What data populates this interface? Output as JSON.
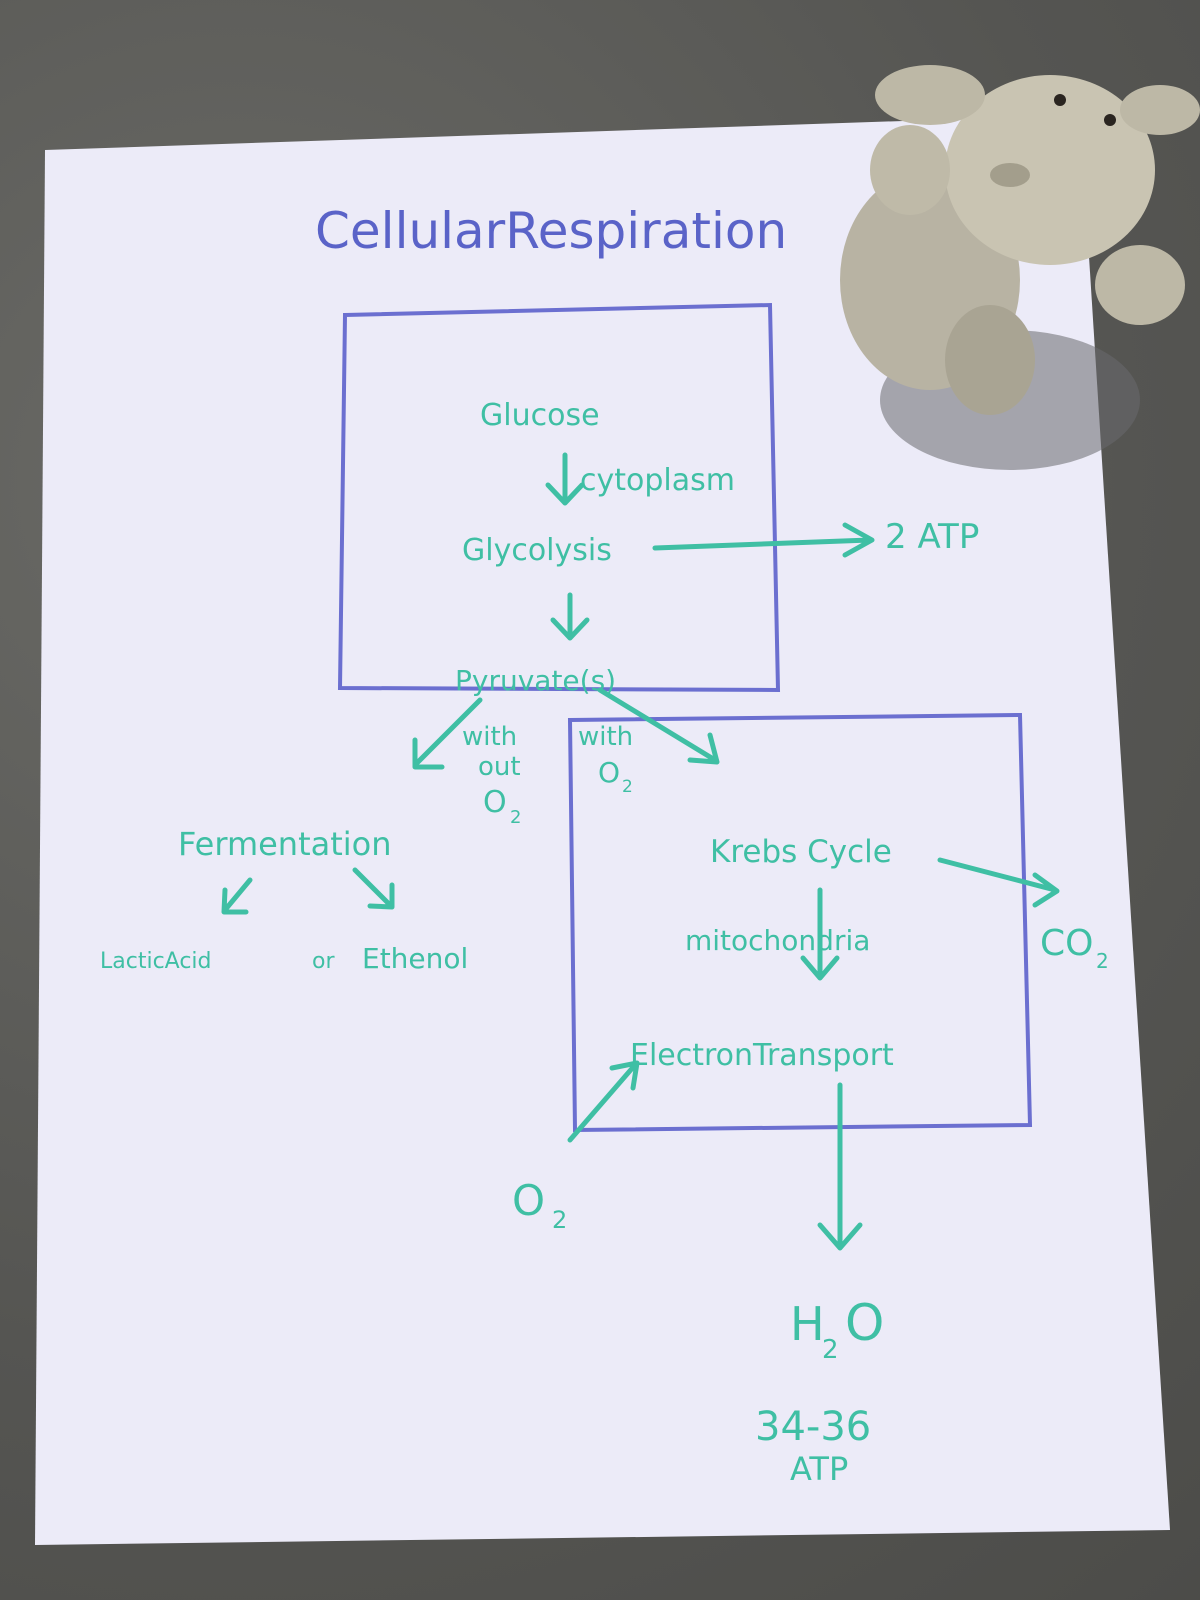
{
  "diagram": {
    "title": "CellularRespiration",
    "nodes": {
      "glucose": "Glucose",
      "cytoplasm": "cytoplasm",
      "glycolysis": "Glycolysis",
      "two_atp": "2 ATP",
      "pyruvate": "Pyruvate(s)",
      "without_o2_1": "with",
      "without_o2_2": "out",
      "without_o2_3": "O",
      "without_o2_sub": "2",
      "with_o2_1": "with",
      "with_o2_2": "O",
      "with_o2_sub": "2",
      "fermentation": "Fermentation",
      "lactic_acid": "LacticAcid",
      "or": "or",
      "ethanol": "Ethenol",
      "krebs": "Krebs Cycle",
      "mitochondria": "mitochondria",
      "co2": "CO",
      "co2_sub": "2",
      "electron_transport": "ElectronTransport",
      "o2_in": "O",
      "o2_in_sub": "2",
      "h2o_h": "H",
      "h2o_sub": "2",
      "h2o_o": "O",
      "atp_range": "34-36",
      "atp_label": "ATP"
    }
  },
  "colors": {
    "ink_green": "#3fbfa4",
    "ink_blue": "#6b6fd0",
    "paper": "#ecebf8",
    "table": "#5a5a57"
  }
}
